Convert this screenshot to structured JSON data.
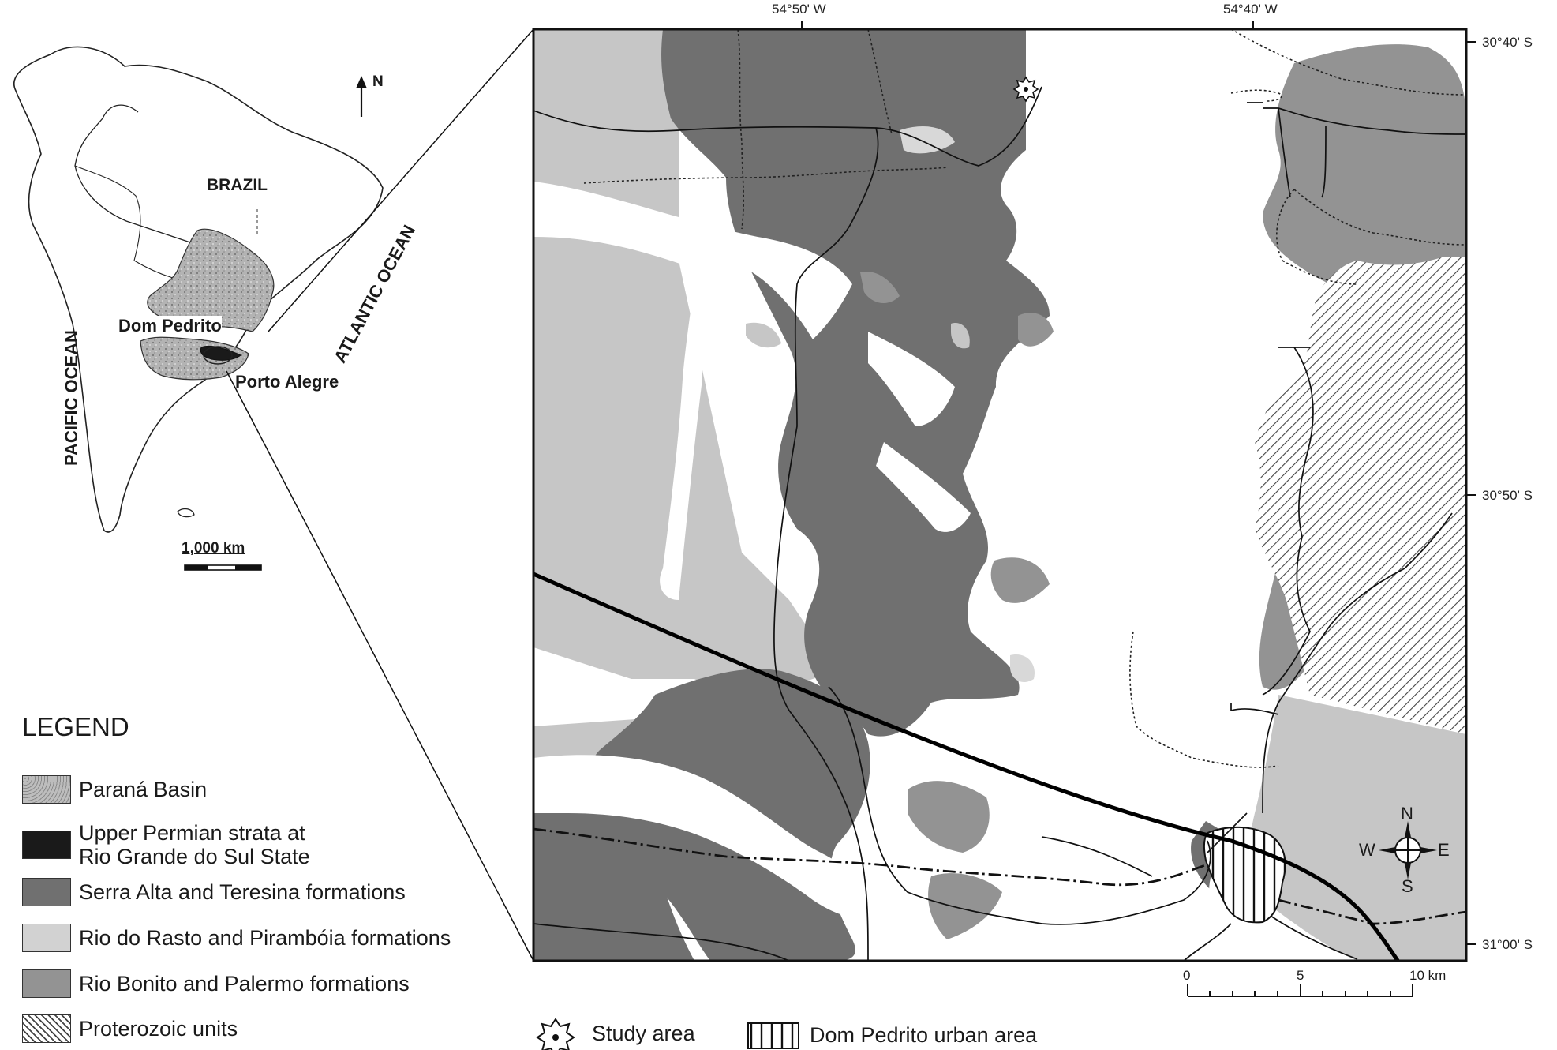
{
  "map": {
    "coords": {
      "lon_left": "54°50' W",
      "lon_right": "54°40' W",
      "lat_top": "30°40' S",
      "lat_mid": "30°50' S",
      "lat_bottom": "31°00' S"
    },
    "inset": {
      "country_label": "BRAZIL",
      "pacific_label": "PACIFIC OCEAN",
      "atlantic_label": "ATLANTIC OCEAN",
      "city_dom_pedrito": "Dom Pedrito",
      "city_porto_alegre": "Porto Alegre",
      "north_label": "N",
      "scale_label": "1,000 km"
    },
    "compass": {
      "n": "N",
      "s": "S",
      "e": "E",
      "w": "W"
    },
    "scale_bar": {
      "ticks": [
        "0",
        "5",
        "10 km"
      ]
    },
    "colors": {
      "serra_alta_teresina": "#707070",
      "rio_do_rasto_piramboia": "#bcbcbc",
      "rio_bonito_palermo": "#939393",
      "parana_basin": "#b8b8b8",
      "upper_permian": "#1a1a1a"
    }
  },
  "legend": {
    "title": "LEGEND",
    "items": [
      {
        "label": "Paraná Basin",
        "color": "#b8b8b8",
        "pattern": "speckle"
      },
      {
        "label": "Upper Permian strata at",
        "label2": "Rio Grande do Sul State",
        "color": "#1a1a1a",
        "pattern": "solid"
      },
      {
        "label": "Serra Alta and Teresina  formations",
        "color": "#707070",
        "pattern": "solid"
      },
      {
        "label": "Rio do Rasto and Pirambóia  formations",
        "color": "#d2d2d2",
        "pattern": "solid"
      },
      {
        "label": "Rio Bonito and Palermo  formations",
        "color": "#939393",
        "pattern": "solid"
      },
      {
        "label": "Proterozoic units",
        "color": "#ffffff",
        "pattern": "hatch"
      }
    ],
    "study_area_label": "Study area",
    "urban_area_label": "Dom Pedrito urban area"
  }
}
